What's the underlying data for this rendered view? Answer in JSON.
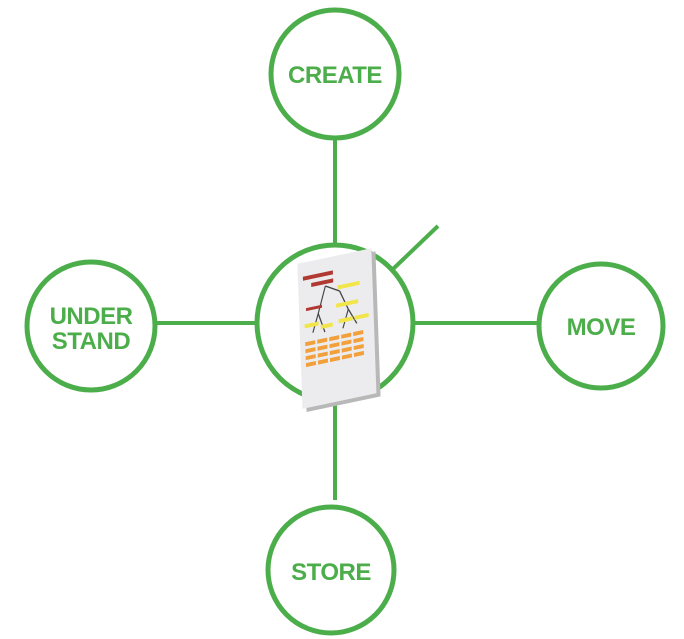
{
  "colors": {
    "green": "#4cae4a",
    "circle_fill": "#ffffff",
    "doc_fill": "#ececee",
    "doc_shadow": "#b8b8b8",
    "dark_red": "#b03a32",
    "yellow": "#f2e54a",
    "orange": "#f2a03c",
    "tree_line": "#444444"
  },
  "nodes": {
    "create": {
      "label": "CREATE"
    },
    "understand": {
      "label_line1": "UNDER",
      "label_line2": "STAND"
    },
    "move": {
      "label": "MOVE"
    },
    "store": {
      "label": "STORE"
    }
  },
  "center": {
    "icon": "hierarchy-document-icon"
  }
}
